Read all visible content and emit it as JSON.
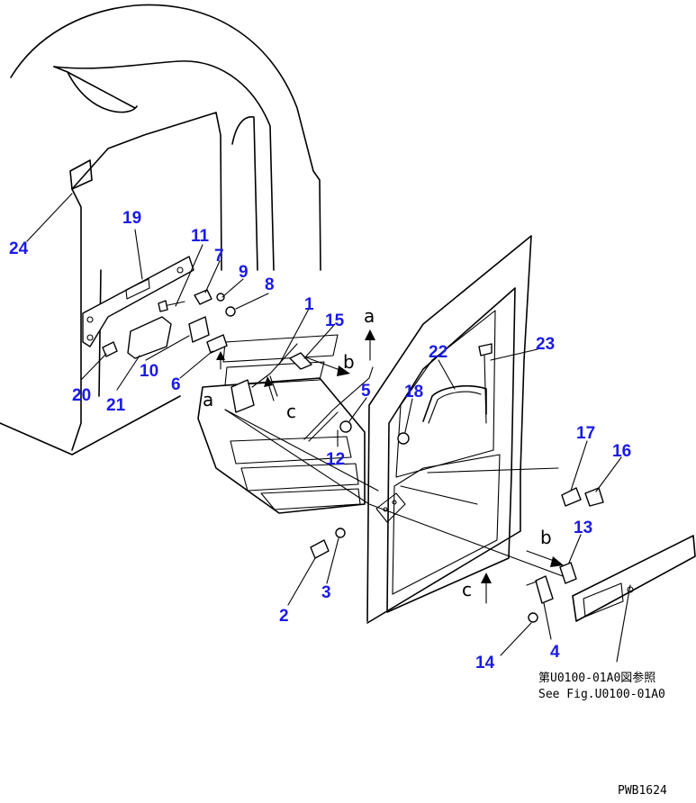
{
  "colors": {
    "callout": "#1a1ae6",
    "line": "#000000",
    "background": "#ffffff"
  },
  "callouts": {
    "c1": "1",
    "c2": "2",
    "c3": "3",
    "c4": "4",
    "c5": "5",
    "c6": "6",
    "c7": "7",
    "c8": "8",
    "c9": "9",
    "c10": "10",
    "c11": "11",
    "c12": "12",
    "c13": "13",
    "c14": "14",
    "c15": "15",
    "c16": "16",
    "c17": "17",
    "c18": "18",
    "c19": "19",
    "c20": "20",
    "c21": "21",
    "c22": "22",
    "c23": "23",
    "c24": "24"
  },
  "view_markers": {
    "a": "a",
    "b": "b",
    "c": "c"
  },
  "note": {
    "line1": "第U0100-01A0図参照",
    "line2": "See Fig.U0100-01A0"
  },
  "drawing_code": "PWB1624"
}
